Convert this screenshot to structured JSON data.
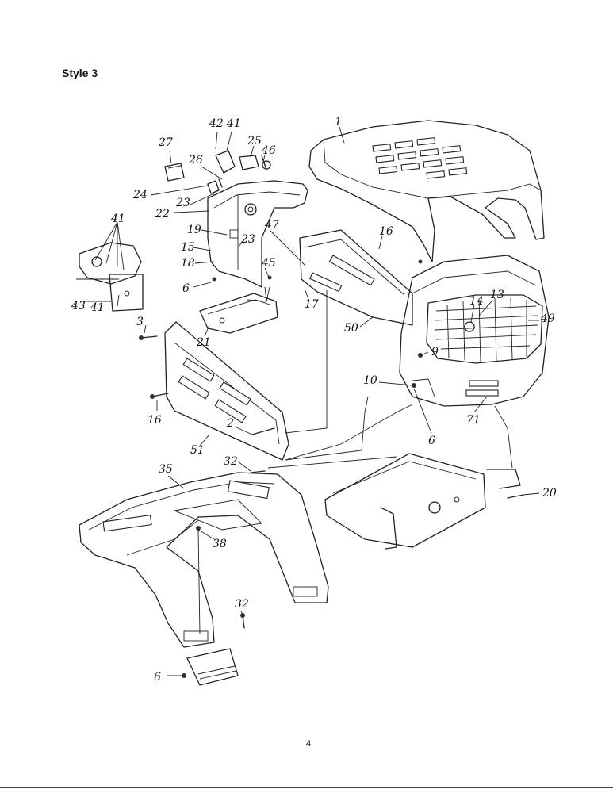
{
  "page": {
    "title": "Style 3",
    "page_number": "4"
  },
  "callouts": [
    {
      "id": "c1",
      "label": "1"
    },
    {
      "id": "c42",
      "label": "42"
    },
    {
      "id": "c41a",
      "label": "41"
    },
    {
      "id": "c27",
      "label": "27"
    },
    {
      "id": "c25",
      "label": "25"
    },
    {
      "id": "c46",
      "label": "46"
    },
    {
      "id": "c26",
      "label": "26"
    },
    {
      "id": "c24",
      "label": "24"
    },
    {
      "id": "c23a",
      "label": "23"
    },
    {
      "id": "c22",
      "label": "22"
    },
    {
      "id": "c41b",
      "label": "41"
    },
    {
      "id": "c19",
      "label": "19"
    },
    {
      "id": "c23b",
      "label": "23"
    },
    {
      "id": "c47",
      "label": "47"
    },
    {
      "id": "c16a",
      "label": "16"
    },
    {
      "id": "c15",
      "label": "15"
    },
    {
      "id": "c18",
      "label": "18"
    },
    {
      "id": "c45",
      "label": "45"
    },
    {
      "id": "c6a",
      "label": "6"
    },
    {
      "id": "c43",
      "label": "43"
    },
    {
      "id": "c41c",
      "label": "41"
    },
    {
      "id": "c17",
      "label": "17"
    },
    {
      "id": "c14",
      "label": "14"
    },
    {
      "id": "c13",
      "label": "13"
    },
    {
      "id": "c49",
      "label": "49"
    },
    {
      "id": "c3",
      "label": "3"
    },
    {
      "id": "c21",
      "label": "21"
    },
    {
      "id": "c50",
      "label": "50"
    },
    {
      "id": "c9",
      "label": "9"
    },
    {
      "id": "c10",
      "label": "10"
    },
    {
      "id": "c16b",
      "label": "16"
    },
    {
      "id": "c71",
      "label": "71"
    },
    {
      "id": "c2",
      "label": "2"
    },
    {
      "id": "c6b",
      "label": "6"
    },
    {
      "id": "c51",
      "label": "51"
    },
    {
      "id": "c32a",
      "label": "32"
    },
    {
      "id": "c35",
      "label": "35"
    },
    {
      "id": "c20",
      "label": "20"
    },
    {
      "id": "c38",
      "label": "38"
    },
    {
      "id": "c32b",
      "label": "32"
    },
    {
      "id": "c6c",
      "label": "6"
    }
  ]
}
